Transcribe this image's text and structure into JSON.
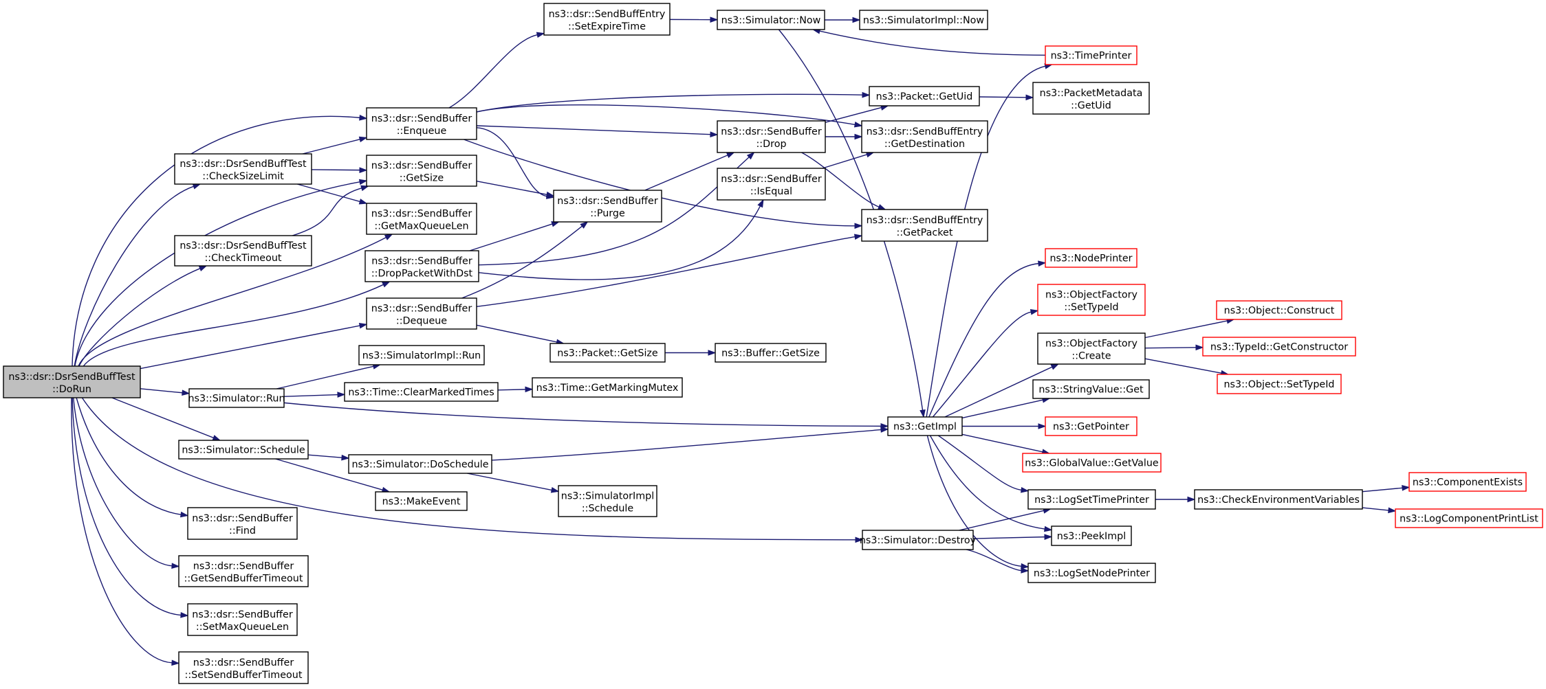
{
  "colors": {
    "edge": "#191970",
    "node_border": "#000000",
    "truncated_border": "#ff0000",
    "root_fill": "#bfbfbf",
    "node_fill": "#ffffff"
  },
  "nodes": [
    {
      "id": "dorun",
      "lines": [
        "ns3::dsr::DsrSendBuffTest",
        "::DoRun"
      ],
      "root": true
    },
    {
      "id": "checksizelimit",
      "lines": [
        "ns3::dsr::DsrSendBuffTest",
        "::CheckSizeLimit"
      ]
    },
    {
      "id": "checktimeout",
      "lines": [
        "ns3::dsr::DsrSendBuffTest",
        "::CheckTimeout"
      ]
    },
    {
      "id": "enqueue",
      "lines": [
        "ns3::dsr::SendBuffer",
        "::Enqueue"
      ]
    },
    {
      "id": "getsize",
      "lines": [
        "ns3::dsr::SendBuffer",
        "::GetSize"
      ]
    },
    {
      "id": "getmaxqueuelen",
      "lines": [
        "ns3::dsr::SendBuffer",
        "::GetMaxQueueLen"
      ]
    },
    {
      "id": "droppacketwithdst",
      "lines": [
        "ns3::dsr::SendBuffer",
        "::DropPacketWithDst"
      ]
    },
    {
      "id": "dequeue",
      "lines": [
        "ns3::dsr::SendBuffer",
        "::Dequeue"
      ]
    },
    {
      "id": "simimplrun",
      "lines": [
        "ns3::SimulatorImpl::Run"
      ]
    },
    {
      "id": "simrun",
      "lines": [
        "ns3::Simulator::Run"
      ]
    },
    {
      "id": "clearmarked",
      "lines": [
        "ns3::Time::ClearMarkedTimes"
      ]
    },
    {
      "id": "getmarkingmutex",
      "lines": [
        "ns3::Time::GetMarkingMutex"
      ]
    },
    {
      "id": "schedule",
      "lines": [
        "ns3::Simulator::Schedule"
      ]
    },
    {
      "id": "doschedule",
      "lines": [
        "ns3::Simulator::DoSchedule"
      ]
    },
    {
      "id": "makeevent",
      "lines": [
        "ns3::MakeEvent"
      ]
    },
    {
      "id": "simimplschedule",
      "lines": [
        "ns3::SimulatorImpl",
        "::Schedule"
      ]
    },
    {
      "id": "find",
      "lines": [
        "ns3::dsr::SendBuffer",
        "::Find"
      ]
    },
    {
      "id": "getsendbuffertimeout",
      "lines": [
        "ns3::dsr::SendBuffer",
        "::GetSendBufferTimeout"
      ]
    },
    {
      "id": "setmaxqueuelen",
      "lines": [
        "ns3::dsr::SendBuffer",
        "::SetMaxQueueLen"
      ]
    },
    {
      "id": "setsendbuffertimeout",
      "lines": [
        "ns3::dsr::SendBuffer",
        "::SetSendBufferTimeout"
      ]
    },
    {
      "id": "setexpiretime",
      "lines": [
        "ns3::dsr::SendBuffEntry",
        "::SetExpireTime"
      ]
    },
    {
      "id": "simnow",
      "lines": [
        "ns3::Simulator::Now"
      ]
    },
    {
      "id": "simimplnow",
      "lines": [
        "ns3::SimulatorImpl::Now"
      ]
    },
    {
      "id": "timeprinter",
      "lines": [
        "ns3::TimePrinter"
      ],
      "truncated": true
    },
    {
      "id": "packetgetuid",
      "lines": [
        "ns3::Packet::GetUid"
      ]
    },
    {
      "id": "metadatagetuid",
      "lines": [
        "ns3::PacketMetadata",
        "::GetUid"
      ]
    },
    {
      "id": "drop",
      "lines": [
        "ns3::dsr::SendBuffer",
        "::Drop"
      ]
    },
    {
      "id": "getdestination",
      "lines": [
        "ns3::dsr::SendBuffEntry",
        "::GetDestination"
      ]
    },
    {
      "id": "isequal",
      "lines": [
        "ns3::dsr::SendBuffer",
        "::IsEqual"
      ]
    },
    {
      "id": "purge",
      "lines": [
        "ns3::dsr::SendBuffer",
        "::Purge"
      ]
    },
    {
      "id": "getpacket",
      "lines": [
        "ns3::dsr::SendBuffEntry",
        "::GetPacket"
      ]
    },
    {
      "id": "packetgetsize",
      "lines": [
        "ns3::Packet::GetSize"
      ]
    },
    {
      "id": "buffergetsize",
      "lines": [
        "ns3::Buffer::GetSize"
      ]
    },
    {
      "id": "getimpl",
      "lines": [
        "ns3::GetImpl"
      ]
    },
    {
      "id": "destroy",
      "lines": [
        "ns3::Simulator::Destroy"
      ]
    },
    {
      "id": "nodeprinter",
      "lines": [
        "ns3::NodePrinter"
      ],
      "truncated": true
    },
    {
      "id": "settypeid",
      "lines": [
        "ns3::ObjectFactory",
        "::SetTypeId"
      ],
      "truncated": true
    },
    {
      "id": "create",
      "lines": [
        "ns3::ObjectFactory",
        "::Create"
      ]
    },
    {
      "id": "stringvalueget",
      "lines": [
        "ns3::StringValue::Get"
      ]
    },
    {
      "id": "getpointer",
      "lines": [
        "ns3::GetPointer"
      ],
      "truncated": true
    },
    {
      "id": "globalvalue",
      "lines": [
        "ns3::GlobalValue::GetValue"
      ],
      "truncated": true
    },
    {
      "id": "logsettimeprinter",
      "lines": [
        "ns3::LogSetTimePrinter"
      ]
    },
    {
      "id": "peekimpl",
      "lines": [
        "ns3::PeekImpl"
      ]
    },
    {
      "id": "logsetnodeprinter",
      "lines": [
        "ns3::LogSetNodePrinter"
      ]
    },
    {
      "id": "objconstruct",
      "lines": [
        "ns3::Object::Construct"
      ],
      "truncated": true
    },
    {
      "id": "typeidgetctor",
      "lines": [
        "ns3::TypeId::GetConstructor"
      ],
      "truncated": true
    },
    {
      "id": "objsettypeid",
      "lines": [
        "ns3::Object::SetTypeId"
      ],
      "truncated": true
    },
    {
      "id": "checkenv",
      "lines": [
        "ns3::CheckEnvironmentVariables"
      ]
    },
    {
      "id": "componentexists",
      "lines": [
        "ns3::ComponentExists"
      ],
      "truncated": true
    },
    {
      "id": "logcomponentprintlist",
      "lines": [
        "ns3::LogComponentPrintList"
      ],
      "truncated": true
    }
  ],
  "edges": [
    [
      "dorun",
      "enqueue"
    ],
    [
      "dorun",
      "checksizelimit"
    ],
    [
      "dorun",
      "getsize"
    ],
    [
      "dorun",
      "checktimeout"
    ],
    [
      "dorun",
      "getmaxqueuelen"
    ],
    [
      "dorun",
      "droppacketwithdst"
    ],
    [
      "dorun",
      "dequeue"
    ],
    [
      "dorun",
      "simrun"
    ],
    [
      "dorun",
      "schedule"
    ],
    [
      "dorun",
      "destroy"
    ],
    [
      "dorun",
      "find"
    ],
    [
      "dorun",
      "getsendbuffertimeout"
    ],
    [
      "dorun",
      "setmaxqueuelen"
    ],
    [
      "dorun",
      "setsendbuffertimeout"
    ],
    [
      "checksizelimit",
      "enqueue"
    ],
    [
      "checksizelimit",
      "getsize"
    ],
    [
      "checksizelimit",
      "getmaxqueuelen"
    ],
    [
      "checktimeout",
      "getsize"
    ],
    [
      "enqueue",
      "setexpiretime"
    ],
    [
      "enqueue",
      "packetgetuid"
    ],
    [
      "enqueue",
      "getdestination"
    ],
    [
      "enqueue",
      "drop"
    ],
    [
      "enqueue",
      "purge"
    ],
    [
      "enqueue",
      "getpacket"
    ],
    [
      "getsize",
      "purge"
    ],
    [
      "droppacketwithdst",
      "purge"
    ],
    [
      "droppacketwithdst",
      "drop"
    ],
    [
      "droppacketwithdst",
      "isequal"
    ],
    [
      "dequeue",
      "purge"
    ],
    [
      "dequeue",
      "getpacket"
    ],
    [
      "dequeue",
      "packetgetsize"
    ],
    [
      "purge",
      "drop"
    ],
    [
      "drop",
      "packetgetuid"
    ],
    [
      "drop",
      "getdestination"
    ],
    [
      "drop",
      "getpacket"
    ],
    [
      "isequal",
      "getdestination"
    ],
    [
      "setexpiretime",
      "simnow"
    ],
    [
      "simnow",
      "simimplnow"
    ],
    [
      "simnow",
      "getimpl"
    ],
    [
      "timeprinter",
      "simnow"
    ],
    [
      "packetgetuid",
      "metadatagetuid"
    ],
    [
      "packetgetsize",
      "buffergetsize"
    ],
    [
      "simrun",
      "simimplrun"
    ],
    [
      "simrun",
      "clearmarked"
    ],
    [
      "simrun",
      "getimpl"
    ],
    [
      "clearmarked",
      "getmarkingmutex"
    ],
    [
      "schedule",
      "doschedule"
    ],
    [
      "schedule",
      "makeevent"
    ],
    [
      "doschedule",
      "getimpl"
    ],
    [
      "doschedule",
      "simimplschedule"
    ],
    [
      "getimpl",
      "timeprinter"
    ],
    [
      "getimpl",
      "nodeprinter"
    ],
    [
      "getimpl",
      "settypeid"
    ],
    [
      "getimpl",
      "create"
    ],
    [
      "getimpl",
      "stringvalueget"
    ],
    [
      "getimpl",
      "getpointer"
    ],
    [
      "getimpl",
      "globalvalue"
    ],
    [
      "getimpl",
      "logsettimeprinter"
    ],
    [
      "getimpl",
      "peekimpl"
    ],
    [
      "getimpl",
      "logsetnodeprinter"
    ],
    [
      "destroy",
      "logsettimeprinter"
    ],
    [
      "destroy",
      "peekimpl"
    ],
    [
      "destroy",
      "logsetnodeprinter"
    ],
    [
      "create",
      "objconstruct"
    ],
    [
      "create",
      "typeidgetctor"
    ],
    [
      "create",
      "objsettypeid"
    ],
    [
      "logsettimeprinter",
      "checkenv"
    ],
    [
      "checkenv",
      "componentexists"
    ],
    [
      "checkenv",
      "logcomponentprintlist"
    ]
  ]
}
